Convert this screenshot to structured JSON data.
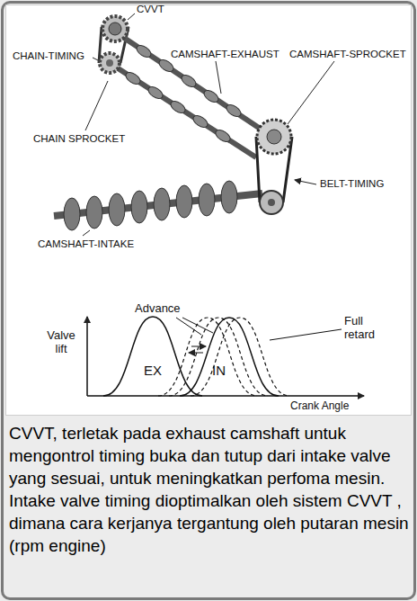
{
  "diagram": {
    "caption": "CVVT, terletak pada exhaust camshaft untuk mengontrol timing buka dan tutup dari intake valve yang sesuai, untuk meningkatkan perfoma mesin. Intake valve timing dioptimalkan oleh sistem CVVT , dimana cara kerjanya tergantung oleh putaran mesin (rpm engine)",
    "labels": [
      "CVVT",
      "CHAIN-TIMING",
      "CAMSHAFT-EXHAUST",
      "CAMSHAFT-SPROCKET",
      "CHAIN SPROCKET",
      "BELT-TIMING",
      "CAMSHAFT-INTAKE",
      "Advance",
      "Valve lift",
      "EX",
      "IN",
      "Full retard",
      "Crank Angle"
    ]
  }
}
